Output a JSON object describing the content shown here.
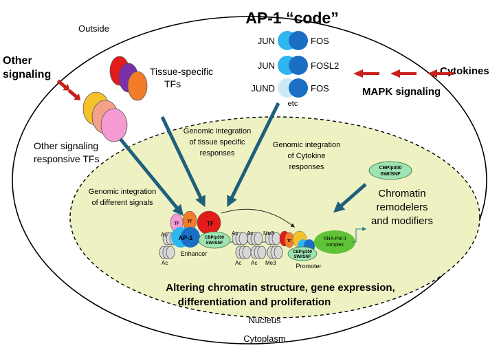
{
  "labels": {
    "outside": "Outside",
    "cytoplasm": "Cytoplasm",
    "nucleus": "Nucleus",
    "ap1_code": "AP-1 “code”",
    "pairs": [
      {
        "left": "JUN",
        "right": "FOS"
      },
      {
        "left": "JUN",
        "right": "FOSL2"
      },
      {
        "left": "JUND",
        "right": "FOS"
      }
    ],
    "etc": "etc",
    "other_signaling_1": "Other",
    "other_signaling_2": "signaling",
    "cytokines": "Cytokines",
    "mapk": "MAPK signaling",
    "tissue_tfs_1": "Tissue-specific",
    "tissue_tfs_2": "TFs",
    "other_tfs_1": "Other signaling",
    "other_tfs_2": "responsive TFs",
    "gi_tissue_1": "Genomic integration",
    "gi_tissue_2": "of tissue specific",
    "gi_tissue_3": "responses",
    "gi_cytokine_1": "Genomic integration",
    "gi_cytokine_2": "of Cytokine",
    "gi_cytokine_3": "responses",
    "gi_signals_1": "Genomic integration",
    "gi_signals_2": "of different signals",
    "chromatin_1": "Chromatin",
    "chromatin_2": "remodelers",
    "chromatin_3": "and modifiers",
    "cbp_1": "CBP/p300",
    "cbp_2": "SWI/SNF",
    "tf": "TF",
    "ap1": "AP-1",
    "enhancer": "Enhancer",
    "promoter": "Promoter",
    "rnapol_1": "RNA-Pol II",
    "rnapol_2": "complex",
    "ac": "Ac",
    "me3": "Me3",
    "bottom_1": "Altering chromatin structure, gene expression,",
    "bottom_2": "differentiation and proliferation"
  },
  "colors": {
    "arrow_blue": "#1f5f7a",
    "arrow_red": "#c8201c",
    "nucleus_fill": "#eef2c2",
    "ap1_light": "#2fb6ef",
    "ap1_dark": "#1a6fc4",
    "ap1_pale": "#cde8f6",
    "tf_red": "#e21b1b",
    "tf_purple": "#7b2fa8",
    "tf_orange": "#f37c2a",
    "tf_yellow": "#f5c22b",
    "tf_salmon": "#f4a08a",
    "tf_pink": "#f59ad3",
    "cbp_green": "#9fe3b2",
    "pol_green": "#5fc237"
  }
}
